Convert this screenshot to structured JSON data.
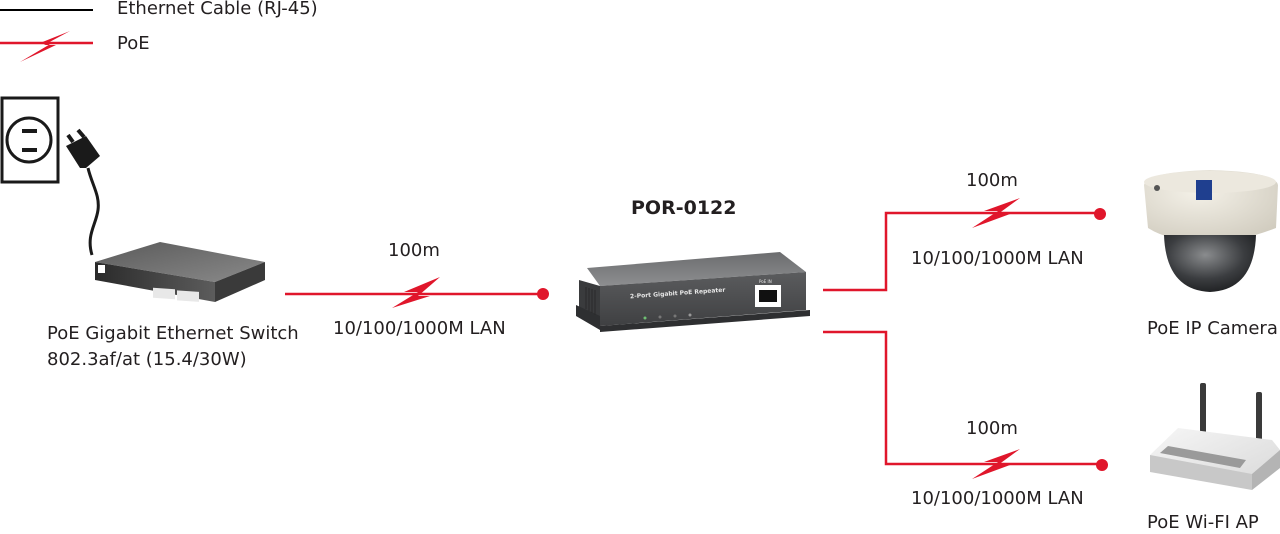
{
  "legend": {
    "items": [
      {
        "label": "Ethernet Cable (RJ-45)",
        "icon": "ethernet-line",
        "color": "#000000"
      },
      {
        "label": "PoE",
        "icon": "poe-bolt-line",
        "color": "#e0162b"
      }
    ]
  },
  "devices": {
    "switch": {
      "name": "PoE Gigabit Ethernet Switch",
      "spec": "802.3af/at (15.4/30W)"
    },
    "repeater": {
      "name": "POR-0122",
      "panel_label": "2-Port Gigabit PoE Repeater",
      "port_label": "PoE IN"
    },
    "camera": {
      "name": "PoE IP Camera"
    },
    "ap": {
      "name": "PoE Wi-FI AP"
    }
  },
  "links": [
    {
      "distance": "100m",
      "speed": "10/100/1000M LAN"
    },
    {
      "distance": "100m",
      "speed": "10/100/1000M LAN"
    },
    {
      "distance": "100m",
      "speed": "10/100/1000M LAN"
    }
  ],
  "colors": {
    "poe": "#e0162b",
    "cable": "#000000",
    "text": "#231f20"
  }
}
